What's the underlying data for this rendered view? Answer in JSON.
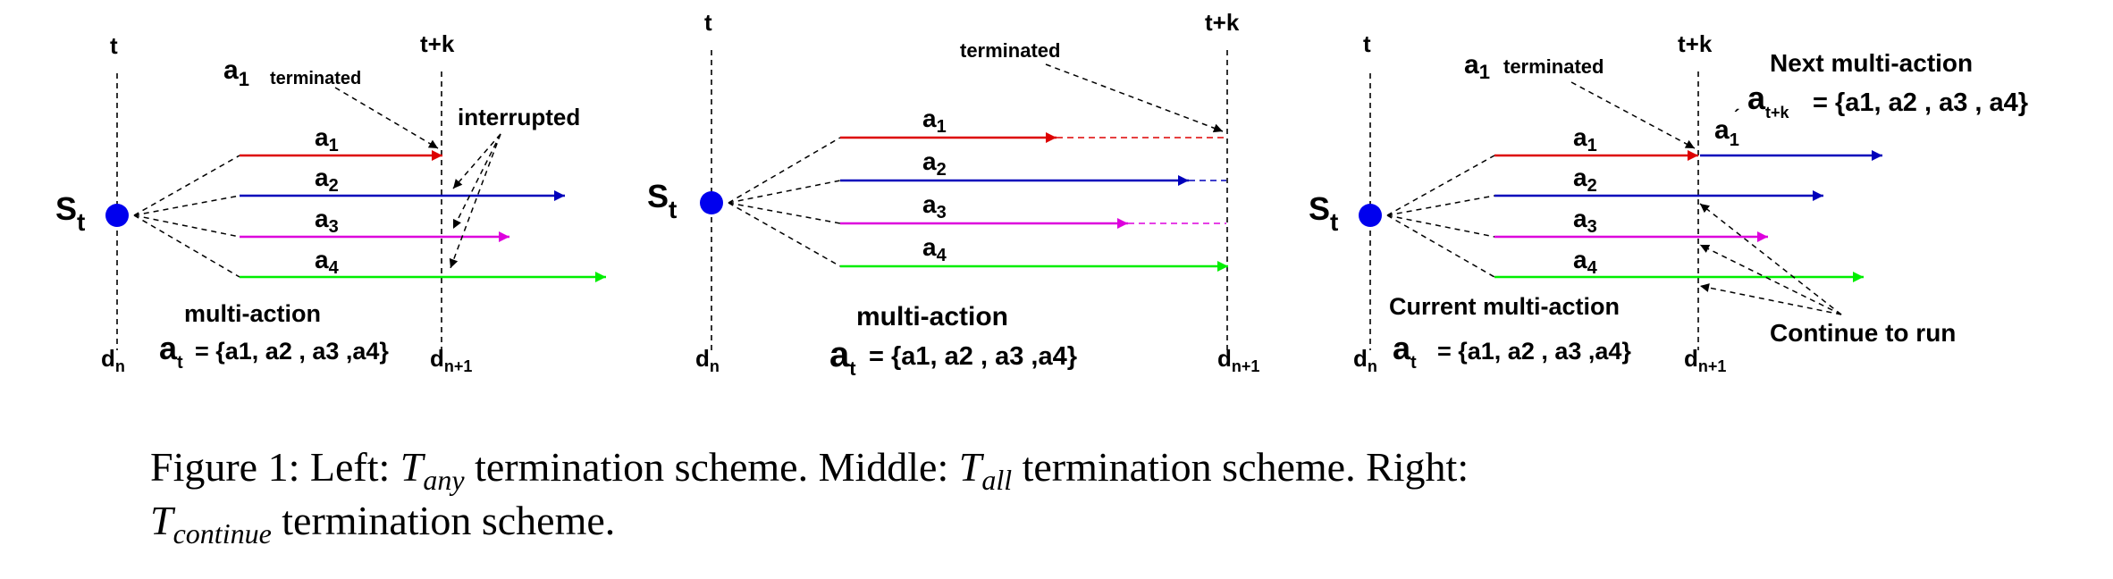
{
  "colors": {
    "a1": "#dd0000",
    "a2": "#0000bb",
    "a3": "#dd00dd",
    "a4": "#00ee00",
    "state": "#0000ee",
    "annotation": "#000000"
  },
  "panels": {
    "left": {
      "time_t": "t",
      "time_tk": "t+k",
      "state_label": "S",
      "state_sub": "t",
      "d_n": "d",
      "d_n_sub": "n",
      "d_n1": "d",
      "d_n1_sub": "n+1",
      "actions": [
        "a1",
        "a2",
        "a3",
        "a4"
      ],
      "terminated_label": "terminated",
      "interrupted_label": "interrupted",
      "multiaction_title": "multi-action",
      "multiaction_formula": "= {a1, a2 , a3 ,a4}"
    },
    "middle": {
      "time_t": "t",
      "time_tk": "t+k",
      "state_label": "S",
      "state_sub": "t",
      "d_n": "d",
      "d_n_sub": "n",
      "d_n1": "d",
      "d_n1_sub": "n+1",
      "actions": [
        "a1",
        "a2",
        "a3",
        "a4"
      ],
      "terminated_label": "terminated",
      "multiaction_title": "multi-action",
      "multiaction_formula": "= {a1, a2 , a3 ,a4}"
    },
    "right": {
      "time_t": "t",
      "time_tk": "t+k",
      "state_label": "S",
      "state_sub": "t",
      "d_n": "d",
      "d_n_sub": "n",
      "d_n1": "d",
      "d_n1_sub": "n+1",
      "actions": [
        "a1",
        "a2",
        "a3",
        "a4"
      ],
      "terminated_label": "terminated",
      "next_title": "Next  multi-action",
      "next_formula": "= {a1, a2 , a3 , a4}",
      "new_action": "a1",
      "current_title": "Current  multi-action",
      "current_formula": "= {a1, a2 , a3 ,a4}",
      "continue_label": "Continue to run"
    }
  },
  "caption": {
    "prefix": "Figure 1: Left: ",
    "t_any": "T",
    "t_any_sub": "any",
    "mid1": " termination scheme. Middle: ",
    "t_all": "T",
    "t_all_sub": "all",
    "mid2": " termination scheme. Right:",
    "t_cont": "T",
    "t_cont_sub": "continue",
    "end": " termination scheme."
  }
}
